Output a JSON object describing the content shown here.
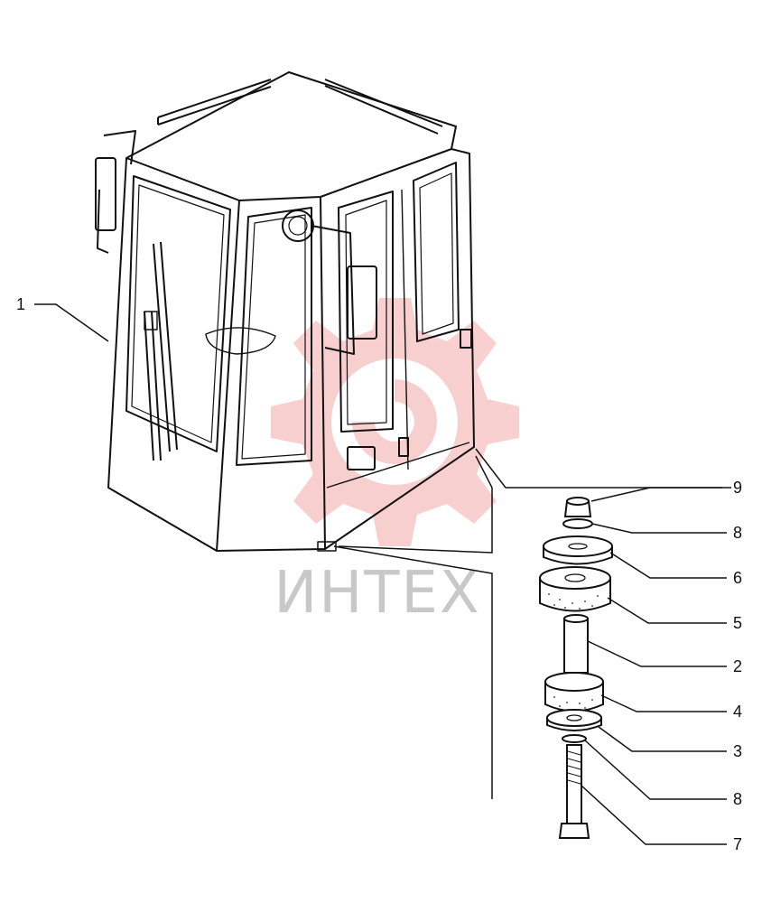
{
  "diagram": {
    "callouts": [
      {
        "id": "cab",
        "label": "1"
      },
      {
        "id": "nut",
        "label": "9"
      },
      {
        "id": "washer-top",
        "label": "8"
      },
      {
        "id": "plate-top",
        "label": "6"
      },
      {
        "id": "cushion-top",
        "label": "5"
      },
      {
        "id": "sleeve",
        "label": "2"
      },
      {
        "id": "cushion-bottom",
        "label": "4"
      },
      {
        "id": "plate-bottom",
        "label": "3"
      },
      {
        "id": "washer-bottom",
        "label": "8"
      },
      {
        "id": "bolt",
        "label": "7"
      }
    ]
  },
  "watermark": {
    "text": "ИНТЕХ",
    "logo_color": "#f4a9a9",
    "text_color": "#c8c8c8"
  },
  "colors": {
    "line": "#111111",
    "paper": "#ffffff"
  }
}
